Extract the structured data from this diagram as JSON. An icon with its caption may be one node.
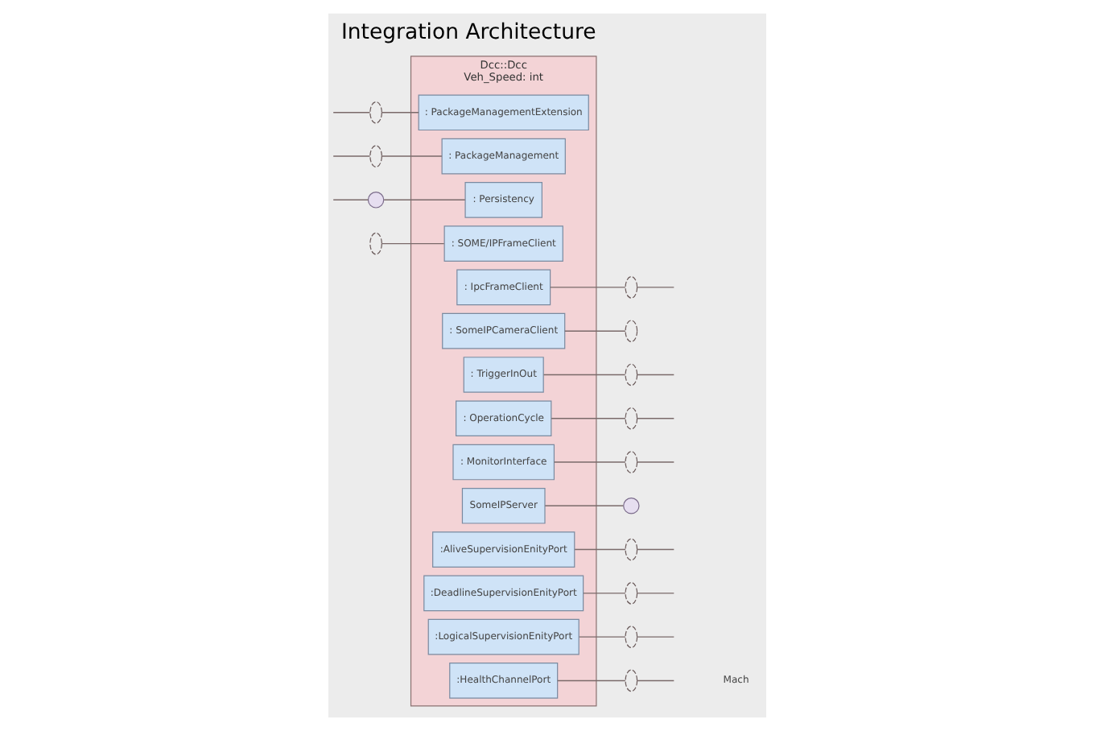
{
  "diagram": {
    "title": "Integration Architecture",
    "nodes": [
      {
        "text": [
          "Dcc::Dcc",
          "Veh_Speed: int"
        ]
      },
      {
        "text": [
          ": PackageManagementExtension"
        ],
        "in": 0
      },
      {
        "text": [
          ": PackageManagement"
        ],
        "in": 0
      },
      {
        "text": [
          ": Persistency"
        ],
        "in": 0
      },
      {
        "text": [
          ": SOME/IPFrameClient"
        ],
        "in": 0
      },
      {
        "text": [
          ": IpcFrameClient"
        ],
        "in": 0
      },
      {
        "text": [
          ": SomeIPCameraClient"
        ],
        "in": 0
      },
      {
        "text": [
          ": TriggerInOut"
        ],
        "in": 0
      },
      {
        "text": [
          ": OperationCycle"
        ],
        "in": 0
      },
      {
        "text": [
          ": MonitorInterface"
        ],
        "in": 0
      },
      {
        "text": [
          "SomeIPServer"
        ],
        "in": 0
      },
      {
        "text": [
          ":AliveSupervisionEnityPort"
        ],
        "in": 0
      },
      {
        "text": [
          ":DeadlineSupervisionEnityPort"
        ],
        "in": 0
      },
      {
        "text": [
          ":LogicalSupervisionEnityPort"
        ],
        "in": 0
      },
      {
        "text": [
          ":HealthChannelPort"
        ],
        "in": 0
      },
      {
        "text": [],
        "shape": "semicircle"
      },
      {
        "text": [],
        "shape": "semicircle"
      },
      {
        "text": [],
        "shape": "circle"
      },
      {
        "text": [],
        "shape": "semicircle"
      },
      {
        "text": [],
        "shape": "semicircle"
      },
      {
        "text": [],
        "shape": "semicircle"
      },
      {
        "text": [],
        "shape": "semicircle"
      },
      {
        "text": [],
        "shape": "semicircle"
      },
      {
        "text": [],
        "shape": "semicircle"
      },
      {
        "text": [],
        "shape": "circle"
      },
      {
        "text": [],
        "shape": "semicircle"
      },
      {
        "text": [],
        "shape": "semicircle"
      },
      {
        "text": [],
        "shape": "semicircle"
      },
      {
        "text": [],
        "shape": "semicircle"
      }
    ],
    "edges": [
      {
        "from": 15,
        "to": 1,
        "arrow": "none"
      },
      {
        "from": 16,
        "to": 2,
        "arrow": "none"
      },
      {
        "from": 17,
        "to": 3,
        "arrow": "none"
      },
      {
        "from": 18,
        "to": 4,
        "arrow": "none"
      },
      {
        "from": 5,
        "to": 19,
        "arrow": "none"
      },
      {
        "from": 6,
        "to": 20,
        "arrow": "none"
      },
      {
        "from": 7,
        "to": 21,
        "arrow": "none"
      },
      {
        "from": 8,
        "to": 22,
        "arrow": "none"
      },
      {
        "from": 9,
        "to": 23,
        "arrow": "none"
      },
      {
        "from": 10,
        "to": 24,
        "arrow": "none"
      },
      {
        "from": 11,
        "to": 25,
        "arrow": "none"
      },
      {
        "from": 12,
        "to": 26,
        "arrow": "none"
      },
      {
        "from": 13,
        "to": 27,
        "arrow": "none"
      },
      {
        "from": 14,
        "to": 28,
        "arrow": "none"
      },
      {
        "from": null,
        "to": 15,
        "arrow": "none"
      },
      {
        "from": null,
        "to": 16,
        "arrow": "none"
      },
      {
        "from": null,
        "to": 17,
        "arrow": "none"
      },
      {
        "from": 19,
        "to": null,
        "arrow": "none"
      },
      {
        "from": 21,
        "to": null,
        "arrow": "none"
      },
      {
        "from": 22,
        "to": null,
        "arrow": "none"
      },
      {
        "from": 23,
        "to": null,
        "arrow": "none"
      },
      {
        "from": 25,
        "to": null,
        "arrow": "none"
      },
      {
        "from": 26,
        "to": null,
        "arrow": "none"
      },
      {
        "from": 27,
        "to": null,
        "arrow": "none"
      },
      {
        "from": 28,
        "to": null,
        "arrow": "none"
      }
    ],
    "labels": [
      "Mach"
    ]
  }
}
